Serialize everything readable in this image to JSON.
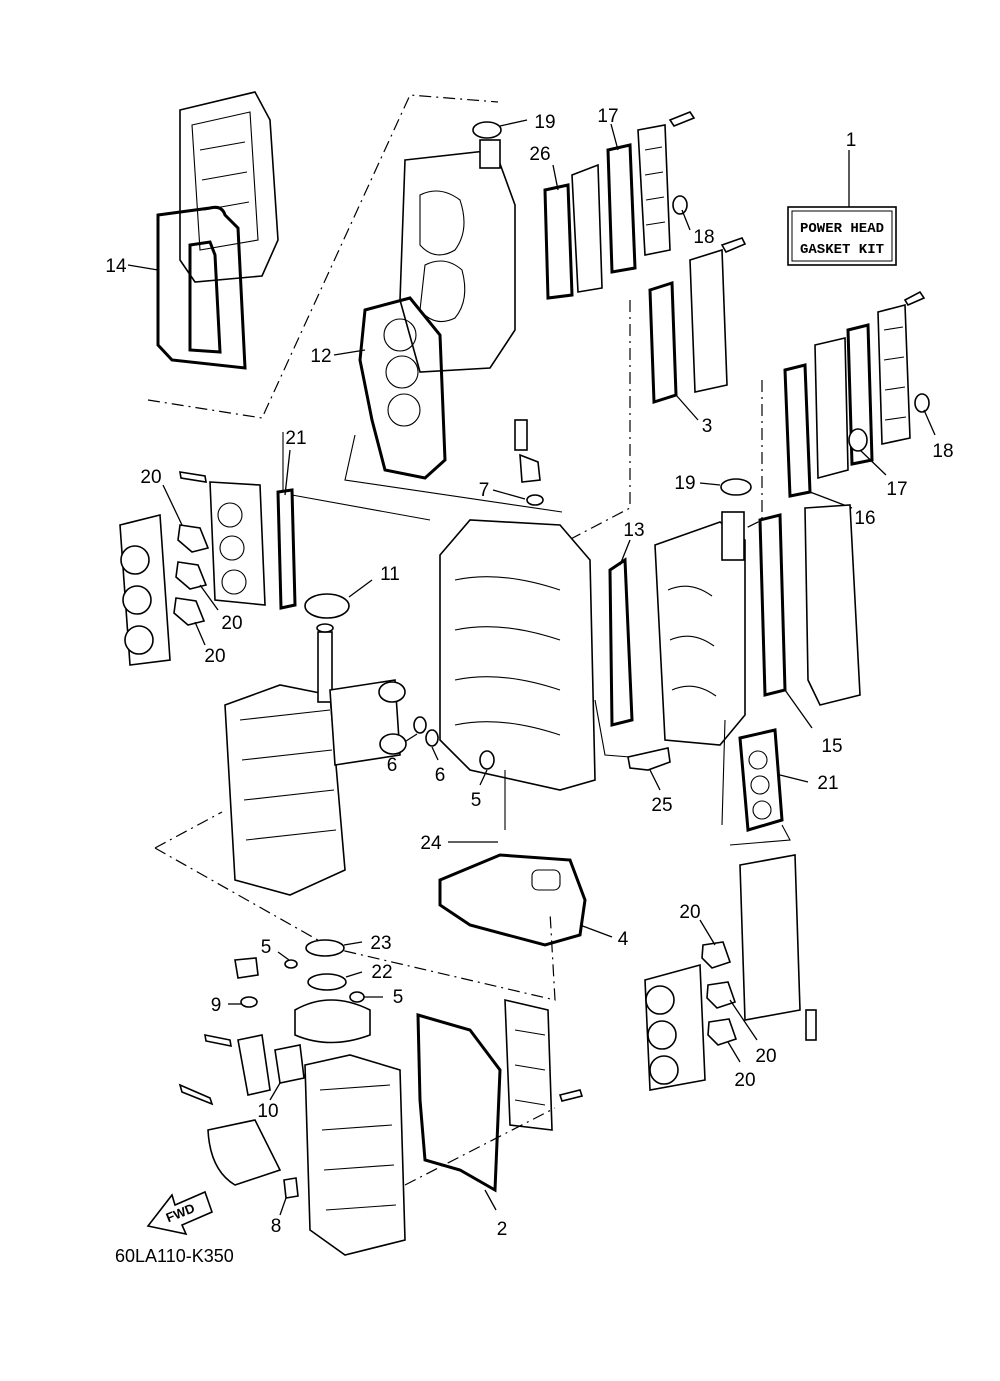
{
  "kit": {
    "number": "1",
    "line1": "POWER HEAD",
    "line2": "GASKET KIT"
  },
  "drawing_code": "60LA110-K350",
  "fwd_label": "FWD",
  "callouts": {
    "c19a": "19",
    "c17a": "17",
    "c26": "26",
    "c18a": "18",
    "c14": "14",
    "c12": "12",
    "c3": "3",
    "c18b": "18",
    "c17b": "17",
    "c16": "16",
    "c21a": "21",
    "c19b": "19",
    "c7": "7",
    "c13": "13",
    "c20a": "20",
    "c20b": "20",
    "c20c": "20",
    "c11": "11",
    "c15": "15",
    "c6a": "6",
    "c6b": "6",
    "c5a": "5",
    "c25": "25",
    "c21b": "21",
    "c24": "24",
    "c4": "4",
    "c20d": "20",
    "c5b": "5",
    "c23": "23",
    "c22": "22",
    "c9": "9",
    "c5c": "5",
    "c20e": "20",
    "c20f": "20",
    "c10": "10",
    "c8": "8",
    "c2": "2"
  }
}
